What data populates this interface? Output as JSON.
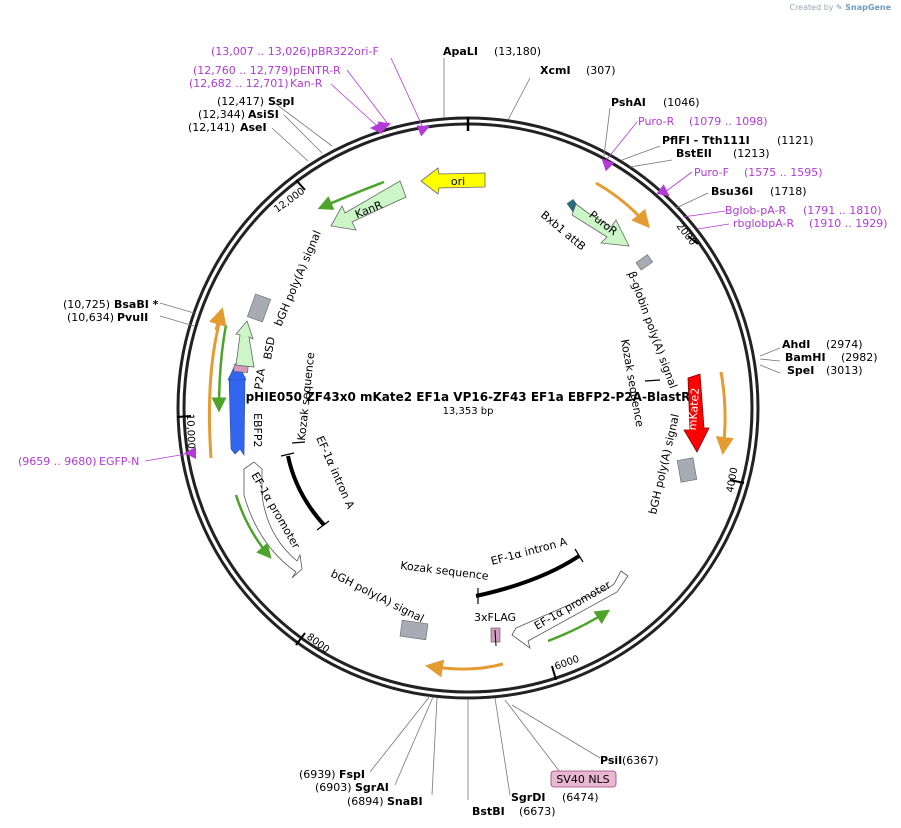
{
  "header": {
    "credit_prefix": "Created by",
    "credit_brand": "SnapGene"
  },
  "plasmid": {
    "name": "pHIE050 ZF43x0 mKate2 EF1a VP16-ZF43 EF1a EBFP2-P2A-BlastR",
    "size": "13,353 bp"
  },
  "ticks": [
    "2000",
    "4000",
    "6000",
    "8000",
    "10,000",
    "12,000"
  ],
  "sites": [
    {
      "name": "ApaLI",
      "pos": "(13,180)"
    },
    {
      "name": "XcmI",
      "pos": "(307)"
    },
    {
      "name": "PshAI",
      "pos": "(1046)"
    },
    {
      "name": "PflFI - Tth111I",
      "pos": "(1121)"
    },
    {
      "name": "BstEII",
      "pos": "(1213)"
    },
    {
      "name": "Bsu36I",
      "pos": "(1718)"
    },
    {
      "name": "AhdI",
      "pos": "(2974)"
    },
    {
      "name": "BamHI",
      "pos": "(2982)"
    },
    {
      "name": "SpeI",
      "pos": "(3013)"
    },
    {
      "name": "PsiI",
      "pos": "(6367)"
    },
    {
      "name": "SgrDI",
      "pos": "(6474)"
    },
    {
      "name": "BstBI",
      "pos": "(6673)"
    },
    {
      "name": "SnaBI",
      "pos": "(6894)"
    },
    {
      "name": "SgrAI",
      "pos": "(6903)"
    },
    {
      "name": "FspI",
      "pos": "(6939)"
    },
    {
      "name": "EGFP-N",
      "pos": "(9659 .. 9680)"
    },
    {
      "name": "PvuII",
      "pos": "(10,634)"
    },
    {
      "name": "BsaBI *",
      "pos": "(10,725)"
    },
    {
      "name": "AseI",
      "pos": "(12,141)"
    },
    {
      "name": "AsiSI",
      "pos": "(12,344)"
    },
    {
      "name": "SspI",
      "pos": "(12,417)"
    }
  ],
  "primers": [
    {
      "name": "pBR322ori-F",
      "pos": "(13,007 .. 13,026)"
    },
    {
      "name": "pENTR-R",
      "pos": "(12,760 .. 12,779)"
    },
    {
      "name": "Kan-R",
      "pos": "(12,682 .. 12,701)"
    },
    {
      "name": "Puro-R",
      "pos": "(1079 .. 1098)"
    },
    {
      "name": "Puro-F",
      "pos": "(1575 .. 1595)"
    },
    {
      "name": "Bglob-pA-R",
      "pos": "(1791 .. 1810)"
    },
    {
      "name": "rbglobpA-R",
      "pos": "(1910 .. 1929)"
    }
  ],
  "features": {
    "ori": "ori",
    "kanr": "KanR",
    "puror": "PuroR",
    "bxb1": "Bxb1 attB",
    "bglobin": "β-globin poly(A) signal",
    "kozak_right": "Kozak sequence",
    "mkate2": "mKate2",
    "bgh_right": "bGH poly(A) signal",
    "ef1a_intron_bottom": "EF-1α intron A",
    "kozak_bottom": "Kozak sequence",
    "ef1a_promoter_bottom": "EF-1α promoter",
    "flag": "3xFLAG",
    "sv40": "SV40 NLS",
    "bgh_bottom": "bGH poly(A) signal",
    "ef1a_promoter_left": "EF-1α promoter",
    "ef1a_intron_left": "EF-1α intron A",
    "kozak_left": "Kozak sequence",
    "ebfp2": "EBFP2",
    "p2a": "P2A",
    "bsd": "BSD",
    "bgh_left": "bGH poly(A) signal"
  },
  "colors": {
    "backbone": "#222222",
    "ori": "#ffff00",
    "resistance": "#ccf5c8",
    "mkate2": "#ff0000",
    "ebfp2": "#3366ee",
    "polyA": "#a7abb3",
    "flag": "#d19bc0",
    "promoter": "#ffffff",
    "primer": "#b23ad6",
    "orf_orange": "#e49b31",
    "orf_green": "#4ea32a"
  }
}
